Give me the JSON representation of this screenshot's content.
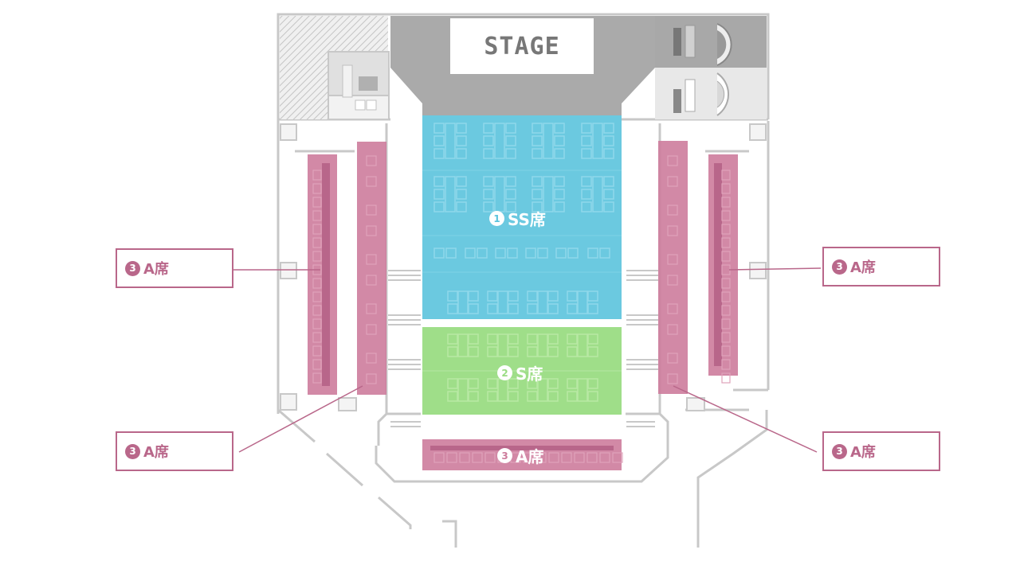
{
  "stage": {
    "label": "STAGE"
  },
  "zones": {
    "ss": {
      "num": "1",
      "label": "SS席",
      "color": "#5bc3dd"
    },
    "s": {
      "num": "2",
      "label": "S席",
      "color": "#9adc83"
    },
    "a": {
      "num": "3",
      "label": "A席",
      "color": "#cd7c9c"
    }
  },
  "callouts": [
    {
      "num": "3",
      "label": "A席"
    },
    {
      "num": "3",
      "label": "A席"
    },
    {
      "num": "3",
      "label": "A席"
    },
    {
      "num": "3",
      "label": "A席"
    }
  ],
  "colors": {
    "wall": "#c8c8c8",
    "stage_area": "#aaaaaa",
    "callout_border": "#b9678a"
  }
}
